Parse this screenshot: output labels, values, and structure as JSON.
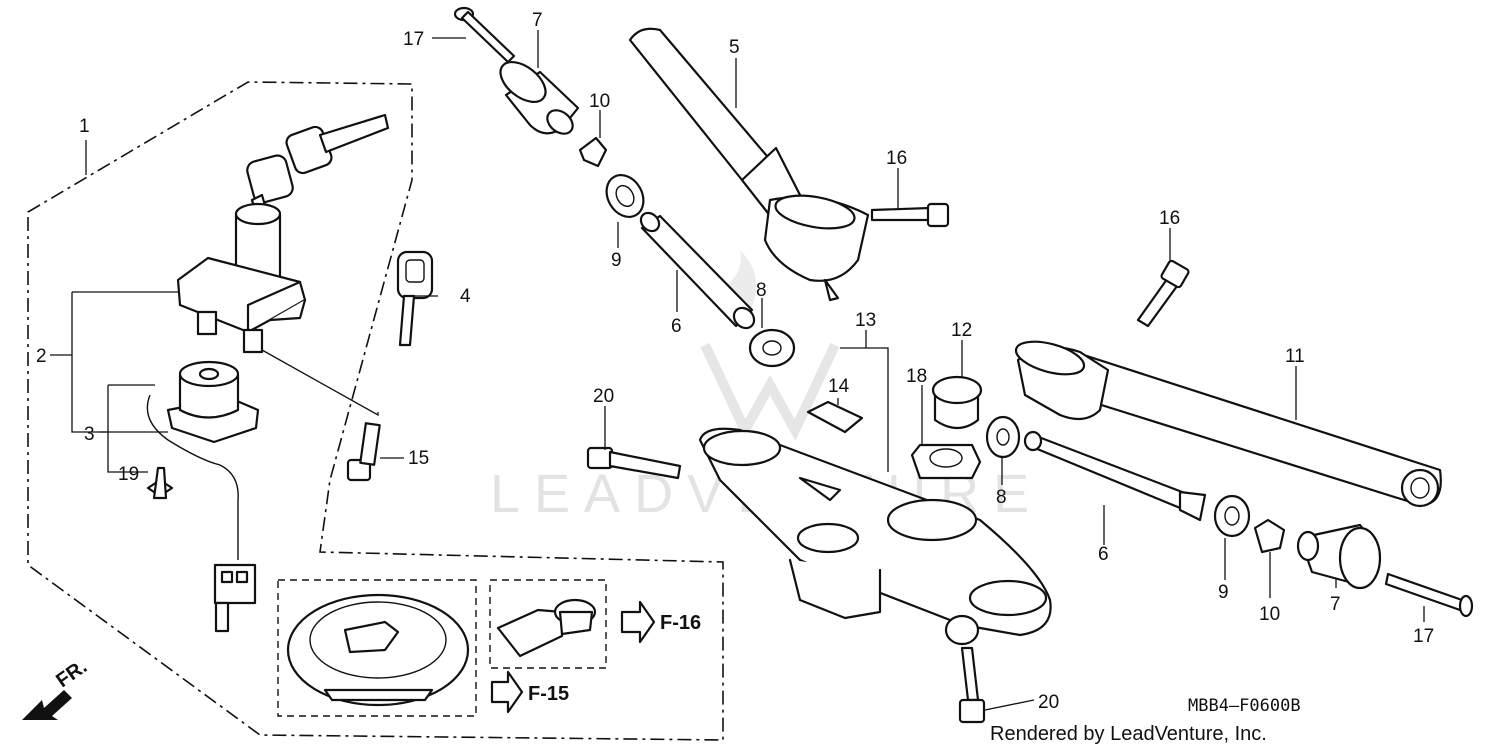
{
  "watermark": "LEADVENTURE",
  "callouts": {
    "c1": "1",
    "c2": "2",
    "c3": "3",
    "c4": "4",
    "c5": "5",
    "c6a": "6",
    "c6b": "6",
    "c7a": "7",
    "c7b": "7",
    "c8a": "8",
    "c8b": "8",
    "c9a": "9",
    "c9b": "9",
    "c10a": "10",
    "c10b": "10",
    "c11": "11",
    "c12": "12",
    "c13": "13",
    "c14": "14",
    "c15": "15",
    "c16a": "16",
    "c16b": "16",
    "c17a": "17",
    "c17b": "17",
    "c18": "18",
    "c19": "19",
    "c20a": "20",
    "c20b": "20"
  },
  "references": {
    "f16": "F-16",
    "f15": "F-15"
  },
  "front_marker": "FR.",
  "diagram_code": "MBB4—F0600B",
  "credit": "Rendered by LeadVenture, Inc."
}
